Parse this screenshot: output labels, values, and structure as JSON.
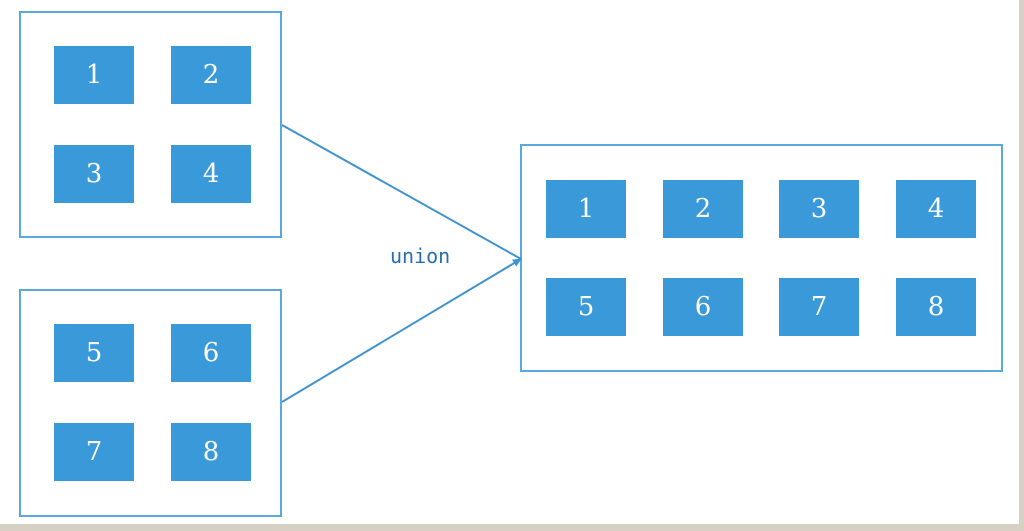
{
  "diagram": {
    "operation_label": "union",
    "input_a": {
      "items": [
        "1",
        "2",
        "3",
        "4"
      ]
    },
    "input_b": {
      "items": [
        "5",
        "6",
        "7",
        "8"
      ]
    },
    "output": {
      "items": [
        "1",
        "2",
        "3",
        "4",
        "5",
        "6",
        "7",
        "8"
      ]
    }
  },
  "colors": {
    "cell_fill": "#3999d9",
    "border": "#5aa8dc",
    "arrow": "#3f93cf",
    "label": "#2a6fa8",
    "background": "#ffffff",
    "outer_frame": "#d6d1c4"
  }
}
